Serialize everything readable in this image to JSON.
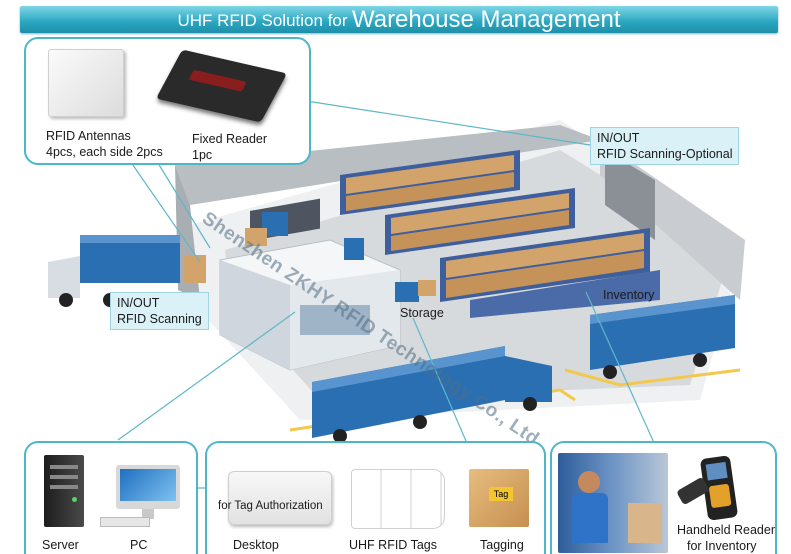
{
  "title": {
    "prefix": "UHF RFID Solution for",
    "main": "Warehouse Management"
  },
  "watermark": "Shenzhen ZKHY RFID Technology Co., Ltd.",
  "hardware": {
    "antennas": {
      "line1": "RFID Antennas",
      "line2": "4pcs, each side 2pcs"
    },
    "fixed_reader": {
      "line1": "Fixed Reader",
      "line2": "1pc"
    }
  },
  "callouts": {
    "in_out_optional": {
      "line1": "IN/OUT",
      "line2": "RFID Scanning-Optional"
    },
    "in_out": {
      "line1": "IN/OUT",
      "line2": "RFID Scanning"
    }
  },
  "scene_labels": {
    "storage": "Storage",
    "inventory": "Inventory"
  },
  "bottom": {
    "server": "Server",
    "pc": "PC",
    "desktop": "Desktop",
    "desktop_caption": "for Tag Authorization",
    "tags": "UHF RFID Tags",
    "tagging": "Tagging",
    "box_label": "Tag",
    "handheld": {
      "line1": "Handheld Reader",
      "line2": "for Inventory"
    }
  },
  "colors": {
    "accent": "#4db6c8",
    "callout_bg": "#d9f1f7",
    "banner": "#2aa6c0",
    "truck_blue": "#2b6fb3",
    "shelf_blue": "#3f5f9c",
    "carton": "#d2a36a"
  }
}
